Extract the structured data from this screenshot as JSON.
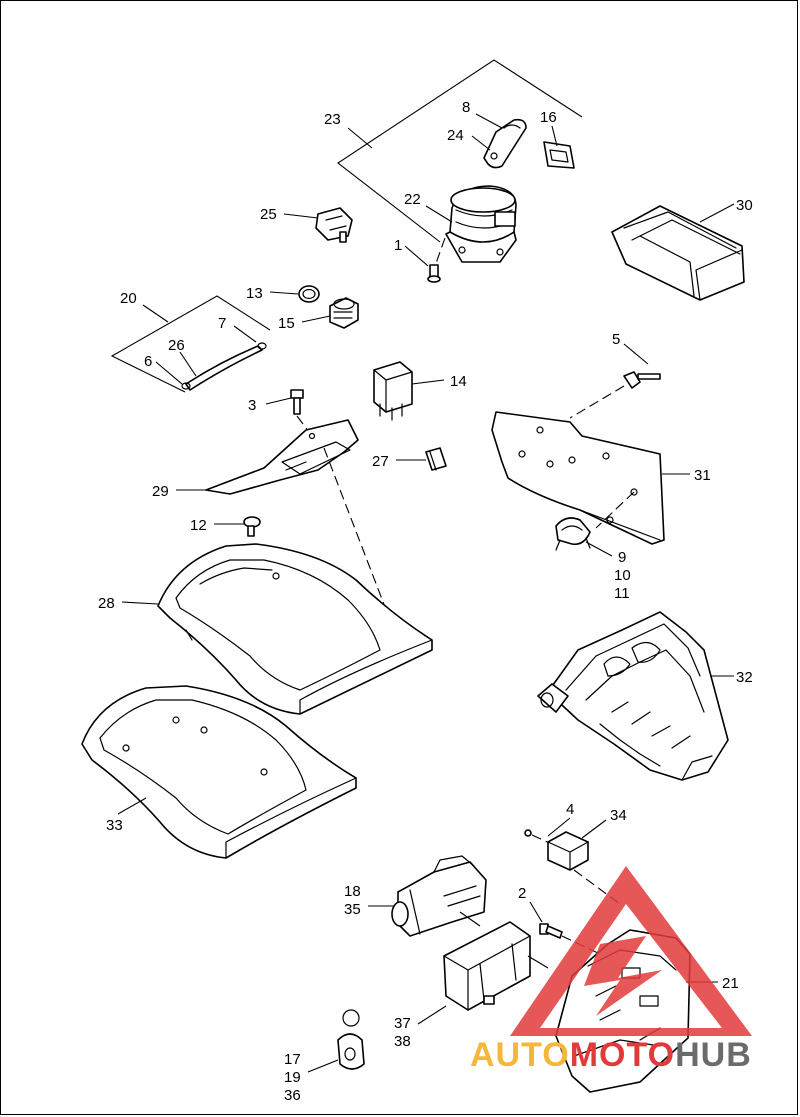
{
  "diagram": {
    "callouts": {
      "c1": "1",
      "c2": "2",
      "c3": "3",
      "c4": "4",
      "c5": "5",
      "c6": "6",
      "c7": "7",
      "c8": "8",
      "c9": "9",
      "c10": "10",
      "c11": "11",
      "c12": "12",
      "c13": "13",
      "c14": "14",
      "c15": "15",
      "c16": "16",
      "c17": "17",
      "c18": "18",
      "c19": "19",
      "c20": "20",
      "c21": "21",
      "c22": "22",
      "c23": "23",
      "c24": "24",
      "c25": "25",
      "c26": "26",
      "c27": "27",
      "c28": "28",
      "c29": "29",
      "c30": "30",
      "c31": "31",
      "c32": "32",
      "c33": "33",
      "c34": "34",
      "c35": "35",
      "c36": "36",
      "c37": "37",
      "c38": "38"
    }
  },
  "watermark": {
    "word_auto": "AUTO",
    "word_moto": "MOTO",
    "word_hub": "HUB",
    "color_auto": "#f5b63a",
    "color_moto": "#e23a3a",
    "color_hub": "#6b6b6b",
    "triangle_color": "#e23a3a"
  }
}
